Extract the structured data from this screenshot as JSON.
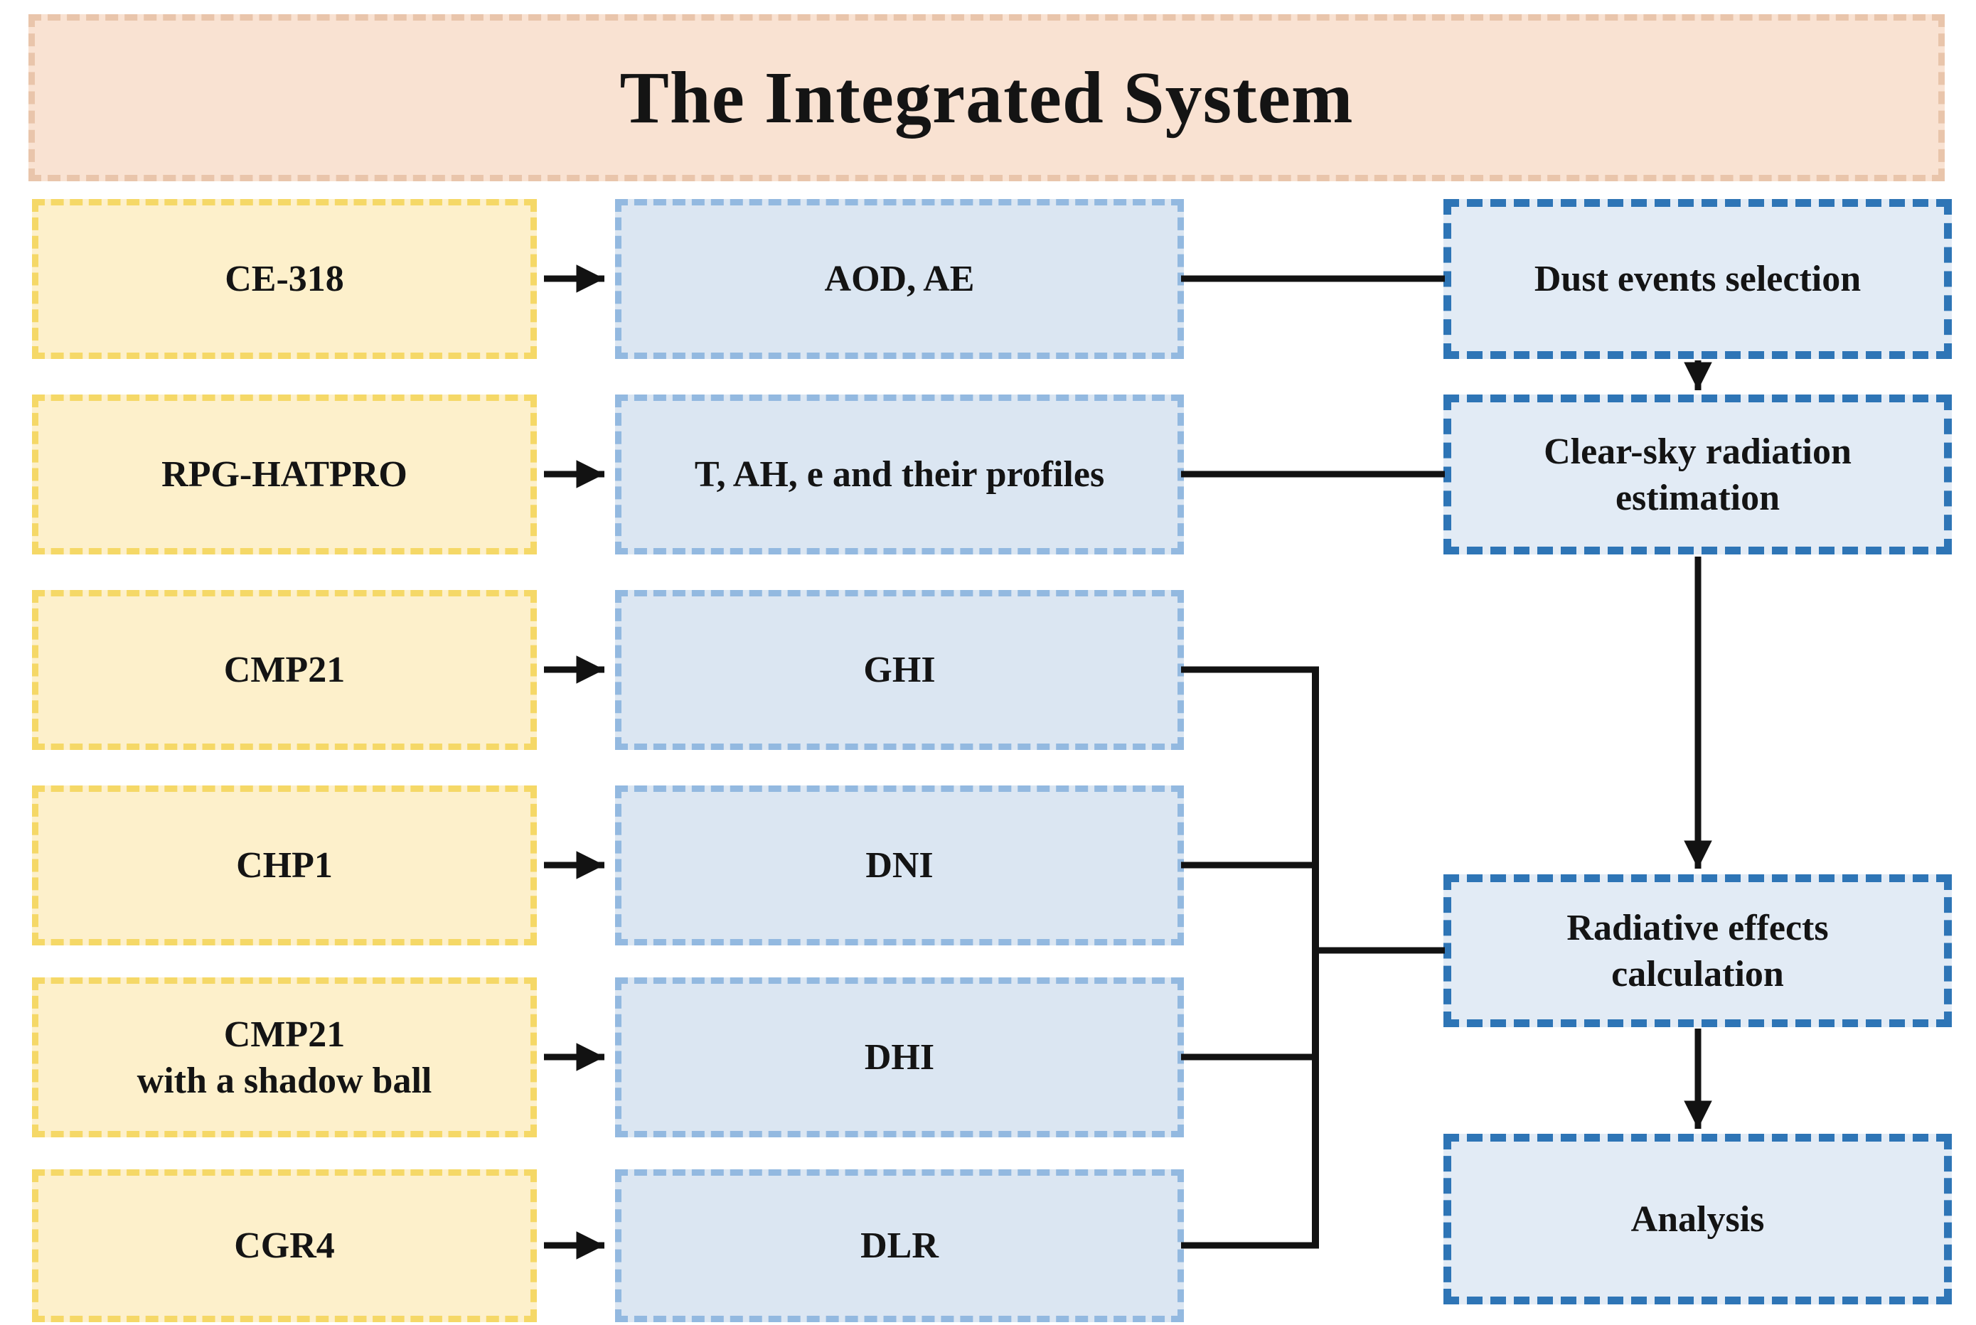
{
  "diagram": {
    "title": "The Integrated System",
    "instrument_boxes": [
      {
        "label": "CE-318"
      },
      {
        "label": "RPG-HATPRO"
      },
      {
        "label": "CMP21"
      },
      {
        "label": "CHP1"
      },
      {
        "label": "CMP21\nwith a shadow ball"
      },
      {
        "label": "CGR4"
      }
    ],
    "measurement_boxes": [
      {
        "label": "AOD, AE"
      },
      {
        "label": "T, AH, e and their profiles"
      },
      {
        "label": "GHI"
      },
      {
        "label": "DNI"
      },
      {
        "label": "DHI"
      },
      {
        "label": "DLR"
      }
    ],
    "process_boxes": [
      {
        "label": "Dust events selection"
      },
      {
        "label": "Clear-sky radiation\nestimation"
      },
      {
        "label": "Radiative effects\ncalculation"
      },
      {
        "label": "Analysis"
      }
    ]
  },
  "colors": {
    "title-fill": "#f9e2d2",
    "title-dash": "#e9c5ab",
    "instrument-fill": "#fdf0cb",
    "instrument-dash": "#f5d867",
    "measurement-fill": "#dbe6f2",
    "measurement-dash": "#93b9e0",
    "process-fill": "#e2ebf5",
    "process-dash": "#2e75b6",
    "line-color": "#121212"
  }
}
